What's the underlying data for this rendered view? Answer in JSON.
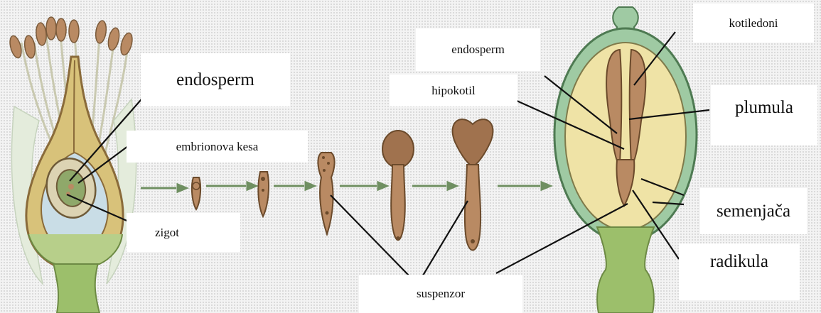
{
  "labels": {
    "endosperm_left": "endosperm",
    "embrionova_kesa": "embrionova kesa",
    "zigot": "zigot",
    "endosperm_right": "endosperm",
    "hipokotil": "hipokotil",
    "suspenzor": "suspenzor",
    "kotiledoni": "kotiledoni",
    "plumula": "plumula",
    "semenjaca": "semenjača",
    "radikula": "radikula"
  },
  "colors": {
    "stem_green": "#9cbf6b",
    "embryo_brown": "#b98a63",
    "ovary_tan": "#d8c27a",
    "seed_coat_green": "#9fcaa3",
    "endosperm_cream": "#efe3a6",
    "arrow_green": "#6f8f61"
  }
}
